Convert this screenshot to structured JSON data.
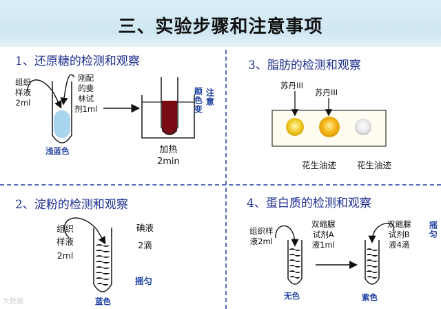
{
  "header": {
    "title": "三、实验步骤和注意事项"
  },
  "section1": {
    "title": "1、还原糖的检测和观察",
    "tissue_label": "组织\n样液\n2ml",
    "reagent_label": "刚配\n的斐\n林试\n剂1ml",
    "tube_color_label": "浅蓝色",
    "heat_label": "加热\n2min",
    "note_vertical": "注意颜色变",
    "note_col1": "注意",
    "note_col2": "颜色变",
    "colors": {
      "light_blue": "#a8d4f0",
      "brick_red": "#7a0a14"
    }
  },
  "section2": {
    "title": "2、淀粉的检测和观察",
    "tissue_label": "组织\n样液\n2ml",
    "iodine_label": "碘液\n2滴",
    "shake_label": "摇匀",
    "tube_color_label": "蓝色"
  },
  "section3": {
    "title": "3、脂肪的检测和观察",
    "dye_label_1": "苏丹III",
    "dye_label_2": "苏丹III",
    "spot_label_1": "花生油迹",
    "spot_label_2": "花生油迹"
  },
  "section4": {
    "title": "4、蛋白质的检测和观察",
    "tissue_label": "组织样\n液2ml",
    "reagent_a_label": "双缩脲\n试剂A\n液1ml",
    "reagent_b_label": "双缩脲\n试剂B\n液4滴",
    "shake_label": "摇匀",
    "colorless_label": "无色",
    "purple_label": "紫色"
  },
  "watermark": "大数据"
}
